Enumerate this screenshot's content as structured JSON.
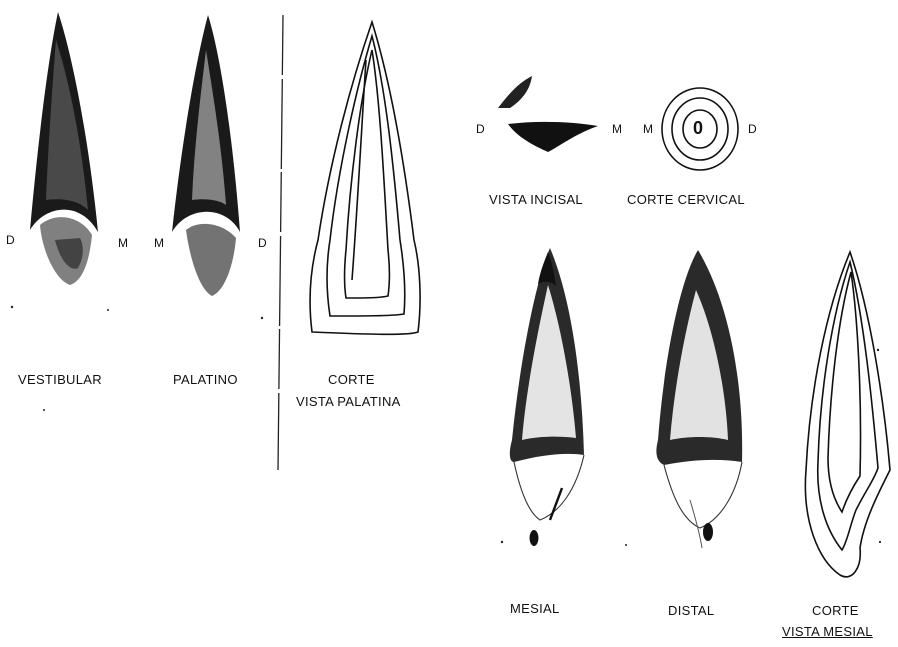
{
  "views": {
    "vestibular": "VESTIBULAR",
    "palatino": "PALATINO",
    "corte_palatina_line1": "CORTE",
    "corte_palatina_line2": "VISTA PALATINA",
    "vista_incisal": "VISTA INCISAL",
    "corte_cervical": "CORTE CERVICAL",
    "mesial": "MESIAL",
    "distal": "DISTAL",
    "corte_mesial_line1": "CORTE",
    "corte_mesial_line2": "VISTA MESIAL"
  },
  "markers": {
    "vestibular_left": "D",
    "vestibular_right": "M",
    "palatino_left": "M",
    "palatino_right": "D",
    "incisal_left": "D",
    "incisal_right": "M",
    "cervical_left": "M",
    "cervical_right": "D",
    "cervical_center": "0"
  }
}
